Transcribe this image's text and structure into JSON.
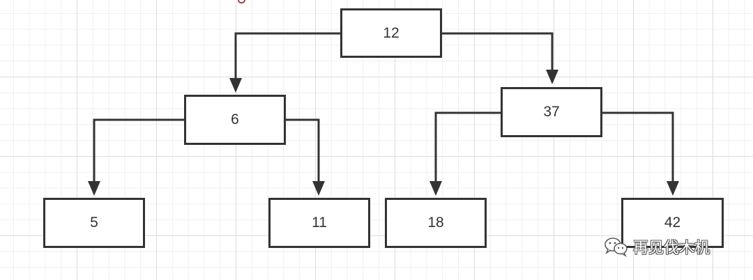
{
  "diagram": {
    "nodes": {
      "root": "12",
      "left": "6",
      "right": "37",
      "left_left": "5",
      "left_right": "11",
      "right_left": "18",
      "right_right": "42"
    },
    "edges": [
      [
        "12",
        "6"
      ],
      [
        "12",
        "37"
      ],
      [
        "6",
        "5"
      ],
      [
        "6",
        "11"
      ],
      [
        "37",
        "18"
      ],
      [
        "37",
        "42"
      ]
    ],
    "colors": {
      "stroke": "#333333",
      "grid": "#dcdcdc",
      "accent_mark": "#a33a3a"
    }
  },
  "watermark": {
    "text": "再见伐木机",
    "icon": "wechat-logo-icon"
  }
}
